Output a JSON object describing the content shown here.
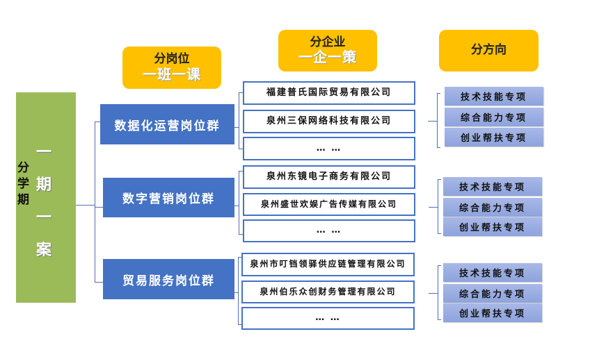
{
  "root": {
    "side_label": [
      "分",
      "学",
      "期"
    ],
    "main_label": [
      "一",
      "期",
      "一",
      "案"
    ]
  },
  "headers": {
    "position": {
      "title": "分岗位",
      "subtitle": "一班一课"
    },
    "enterprise": {
      "title": "分企业",
      "subtitle": "一企一策"
    },
    "direction": {
      "title": "分方向"
    }
  },
  "groups": [
    {
      "name": "数据化运营岗位群",
      "companies": [
        "福建普氏国际贸易有限公司",
        "泉州三保网络科技有限公司",
        "… …"
      ],
      "directions": [
        "技术技能专项",
        "综合能力专项",
        "创业帮扶专项"
      ]
    },
    {
      "name": "数字营销岗位群",
      "companies": [
        "泉州东镜电子商务有限公司",
        "泉州盛世欢娱广告传媒有限公司",
        "… …"
      ],
      "directions": [
        "技术技能专项",
        "综合能力专项",
        "创业帮扶专项"
      ]
    },
    {
      "name": "贸易服务岗位群",
      "companies": [
        "泉州市叮铛领驿供应链管理有限公司",
        "泉州伯乐众创财务管理有限公司",
        "… …"
      ],
      "directions": [
        "技术技能专项",
        "综合能力专项",
        "创业帮扶专项"
      ]
    }
  ]
}
